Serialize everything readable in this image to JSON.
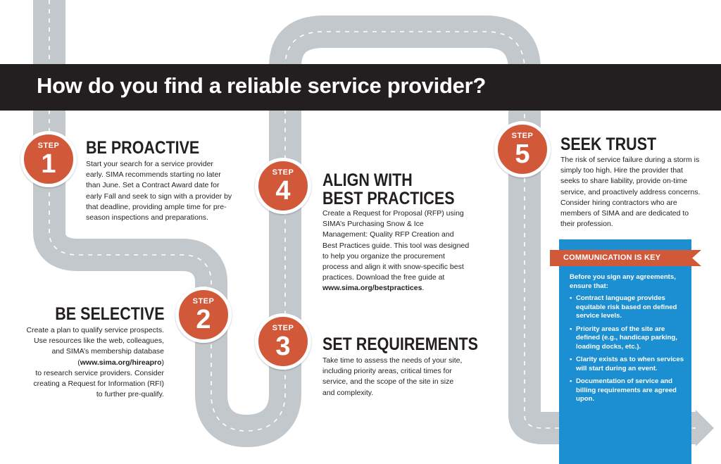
{
  "title": "How do you find a reliable service provider?",
  "step_label": "STEP",
  "steps": [
    {
      "number": "1",
      "heading": "BE PROACTIVE",
      "body": "Start your search for a service provider early. SIMA recommends starting no later than June. Set a Contract Award date for early Fall and seek to sign with a provider by that deadline, providing ample time for pre-season inspections and preparations."
    },
    {
      "number": "2",
      "heading": "BE SELECTIVE",
      "body_1": "Create a plan to qualify service prospects. Use resources like the web, colleagues, and SIMA’s membership database",
      "link_open": "(",
      "link": "www.sima.org/hireapro",
      "link_close": ")",
      "body_2": "to research service providers. Consider creating a Request for Information (RFI) to further pre-qualify."
    },
    {
      "number": "3",
      "heading": "SET REQUIREMENTS",
      "body": "Take time to assess the needs of your site, including priority areas, critical times for service, and the scope of the site in size and complexity."
    },
    {
      "number": "4",
      "heading_line1": "ALIGN WITH",
      "heading_line2": "BEST PRACTICES",
      "body": "Create a Request for Proposal (RFP) using SIMA’s Purchasing Snow & Ice Management: Quality RFP Creation and Best Practices guide. This tool was designed to help you organize the procurement process and align it with snow-specific best practices. Download the free guide at",
      "link": "www.sima.org/bestpractices",
      "link_suffix": "."
    },
    {
      "number": "5",
      "heading": "SEEK TRUST",
      "body": "The risk of service failure during a storm is simply too high. Hire the provider that seeks to share liability, provide on-time service, and proactively address concerns. Consider hiring contractors who are members of SIMA and are dedicated to their profession."
    }
  ],
  "communication": {
    "title": "COMMUNICATION IS KEY",
    "intro": "Before you sign any agreements, ensure that:",
    "bullet": "•",
    "items": [
      "Contract language provides equitable risk based on defined service levels.",
      "Priority areas of the site are defined (e.g., handicap parking, loading docks, etc.).",
      "Clarity exists as to when services will start during an event.",
      "Documentation of service and billing requirements are agreed upon."
    ]
  },
  "colors": {
    "road": "#c3c8cc",
    "road_dash": "#ffffff",
    "badge": "#d2583a",
    "banner": "#231f20",
    "comm_box": "#1b8fd2",
    "comm_tab": "#d2583a"
  }
}
